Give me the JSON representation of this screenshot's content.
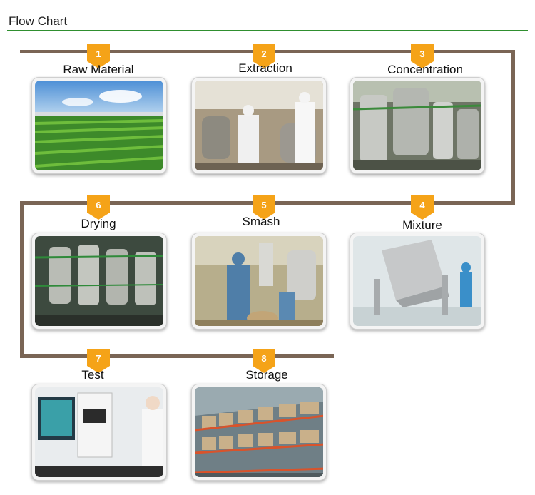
{
  "header": {
    "title": "Flow Chart"
  },
  "colors": {
    "track": "#7a6555",
    "badge": "#f5a318",
    "accent_line": "#2f8f2f"
  },
  "steps": [
    {
      "num": "1",
      "label": "Raw Material"
    },
    {
      "num": "2",
      "label": "Extraction"
    },
    {
      "num": "3",
      "label": "Concentration"
    },
    {
      "num": "4",
      "label": "Mixture"
    },
    {
      "num": "5",
      "label": "Smash"
    },
    {
      "num": "6",
      "label": "Drying"
    },
    {
      "num": "7",
      "label": "Test"
    },
    {
      "num": "8",
      "label": "Storage"
    }
  ]
}
